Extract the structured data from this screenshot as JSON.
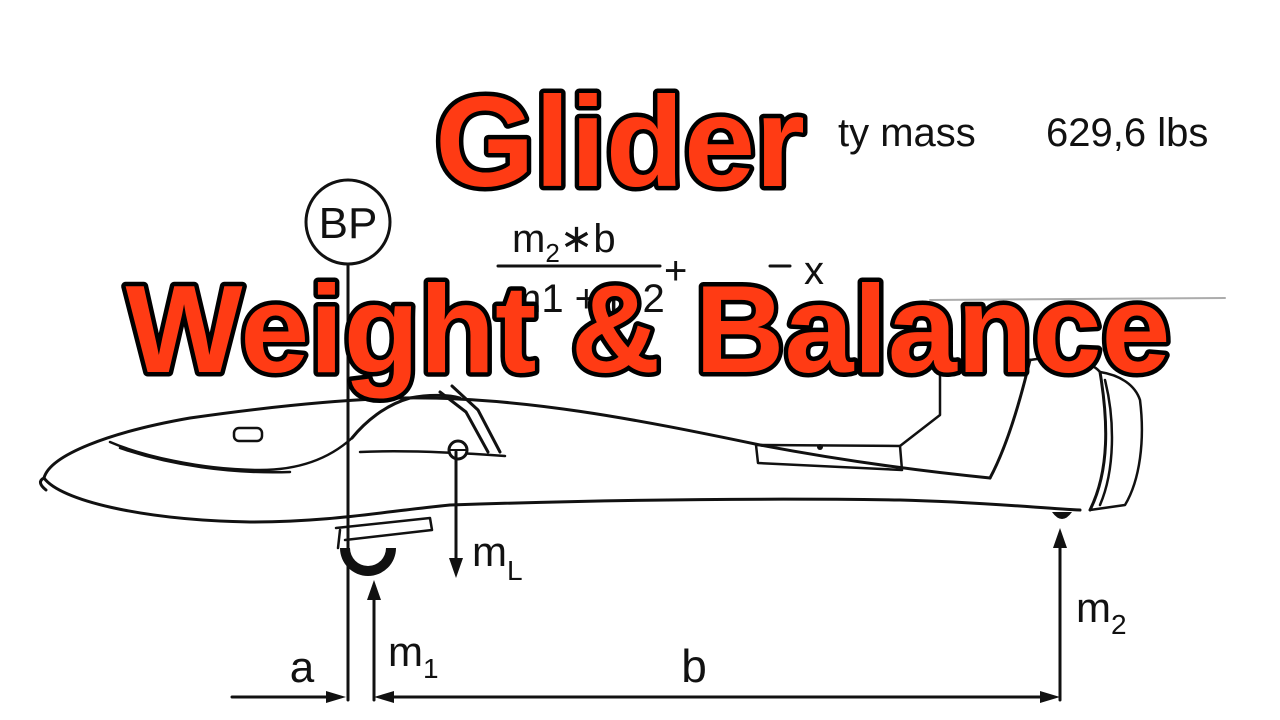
{
  "overlay": {
    "title_line1": "Glider",
    "title_line2": "Weight & Balance",
    "color": "#ff3b14"
  },
  "diagram": {
    "empty_mass_label": "ty mass",
    "empty_mass_value": "629,6  lbs",
    "bp_label": "BP",
    "formula_numerator_m": "m",
    "formula_numerator_sub": "2",
    "formula_numerator_rest": "∗b",
    "formula_denominator": "m1 + m2",
    "formula_plus": "+",
    "formula_x": "x",
    "mL_label": "m",
    "mL_sub": "L",
    "m1_label": "m",
    "m1_sub": "1",
    "m2_label": "m",
    "m2_sub": "2",
    "a_label": "a",
    "b_label": "b"
  }
}
